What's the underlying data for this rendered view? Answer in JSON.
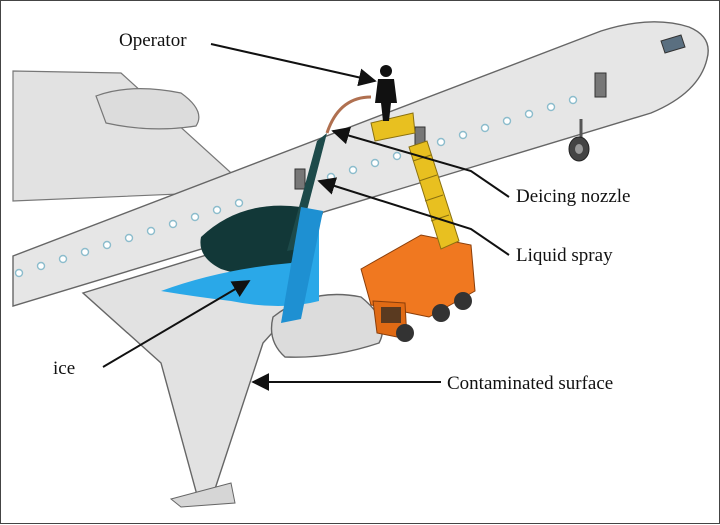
{
  "labels": {
    "operator": "Operator",
    "deicing_nozzle": "Deicing nozzle",
    "liquid_spray": "Liquid spray",
    "ice": "ice",
    "contaminated_surface": "Contaminated surface"
  },
  "colors": {
    "fuselage": "#e4e4e4",
    "outline": "#666666",
    "truck": "#f07820",
    "truck_dark": "#b8510d",
    "ladder": "#e8c020",
    "ice_dark": "#123838",
    "ice_blue": "#2aa8e8",
    "window_dot": "#9cc6d8"
  }
}
